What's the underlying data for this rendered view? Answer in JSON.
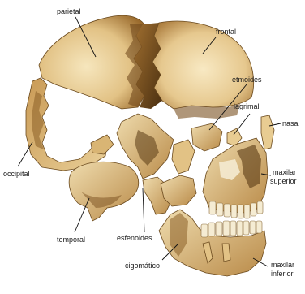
{
  "figure": {
    "subject": "exploded-skull-illustration",
    "colors": {
      "bone_light": "#f1ddb0",
      "bone_mid": "#d9b574",
      "bone_dark": "#8a5e26",
      "shadow": "#4a2f10",
      "teeth": "#f5ecd3",
      "label": "#1a1a1a"
    },
    "labels": {
      "parietal": "parietal",
      "frontal": "frontal",
      "etmoides": "etmoides",
      "lagrimal": "lagrimal",
      "nasal": "nasal",
      "occipital": "occipital",
      "maxilar_superior_1": "maxilar",
      "maxilar_superior_2": "superior",
      "temporal": "temporal",
      "esfenoides": "esfenoides",
      "cigomatico": "cigomático",
      "maxilar_inferior_1": "maxilar",
      "maxilar_inferior_2": "inferior"
    }
  }
}
